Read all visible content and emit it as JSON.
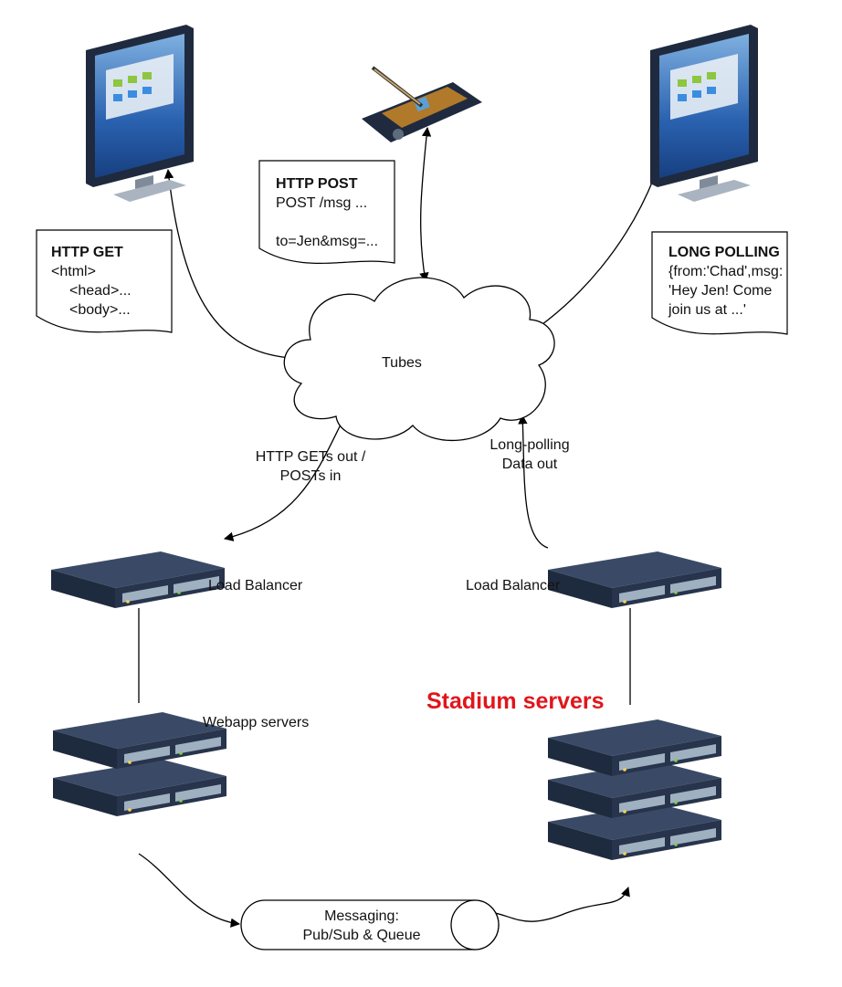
{
  "notes": {
    "http_get": {
      "title": "HTTP GET",
      "lines": [
        "<html>",
        "<head>...",
        "<body>..."
      ]
    },
    "http_post": {
      "title": "HTTP POST",
      "lines": [
        "POST /msg ...",
        "",
        "to=Jen&msg=..."
      ]
    },
    "long_polling": {
      "title": "LONG POLLING",
      "lines": [
        "{from:'Chad',msg:",
        "'Hey Jen! Come",
        "join us at ...'"
      ]
    }
  },
  "cloud_label": "Tubes",
  "edges": {
    "left_link": [
      "HTTP GETs out /",
      "POSTs in"
    ],
    "right_link": [
      "Long-polling",
      "Data out"
    ]
  },
  "load_balancer_left": "Load Balancer",
  "load_balancer_right": "Load Balancer",
  "webapp_servers": "Webapp servers",
  "stadium_servers": "Stadium servers",
  "messaging": [
    "Messaging:",
    "Pub/Sub & Queue"
  ],
  "colors": {
    "stadium_label": "#e0161b",
    "server_body": "#2c3a52",
    "screen_blue": "#1f56a5"
  }
}
